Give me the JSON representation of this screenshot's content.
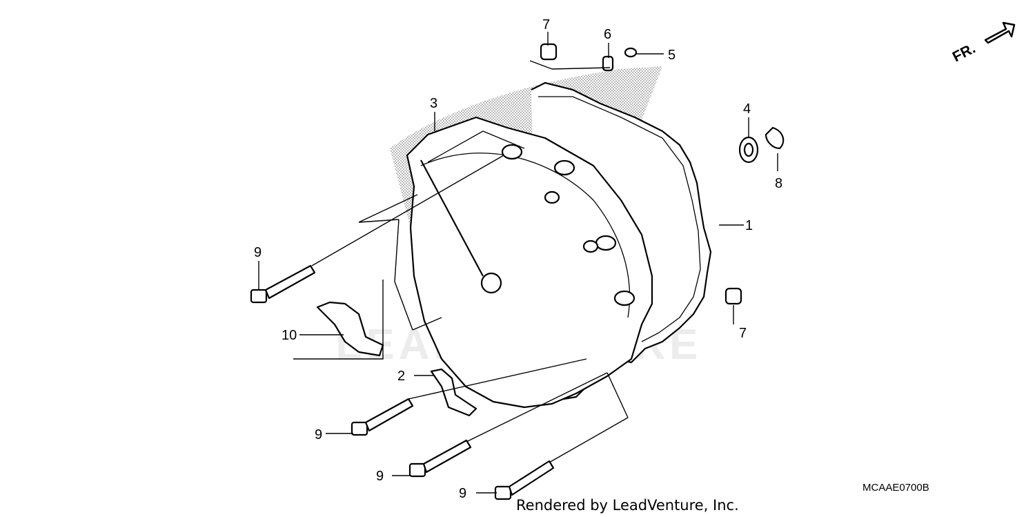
{
  "diagram": {
    "callouts": [
      {
        "id": "1",
        "label": "1"
      },
      {
        "id": "2",
        "label": "2"
      },
      {
        "id": "3",
        "label": "3"
      },
      {
        "id": "4",
        "label": "4"
      },
      {
        "id": "5",
        "label": "5"
      },
      {
        "id": "6",
        "label": "6"
      },
      {
        "id": "7a",
        "label": "7"
      },
      {
        "id": "7b",
        "label": "7"
      },
      {
        "id": "8",
        "label": "8"
      },
      {
        "id": "9a",
        "label": "9"
      },
      {
        "id": "9b",
        "label": "9"
      },
      {
        "id": "9c",
        "label": "9"
      },
      {
        "id": "9d",
        "label": "9"
      },
      {
        "id": "10",
        "label": "10"
      }
    ],
    "direction_label": "FR.",
    "drawing_code": "MCAAE0700B",
    "footer": "Rendered by LeadVenture, Inc.",
    "watermark_text": "LEADVENTURE"
  }
}
